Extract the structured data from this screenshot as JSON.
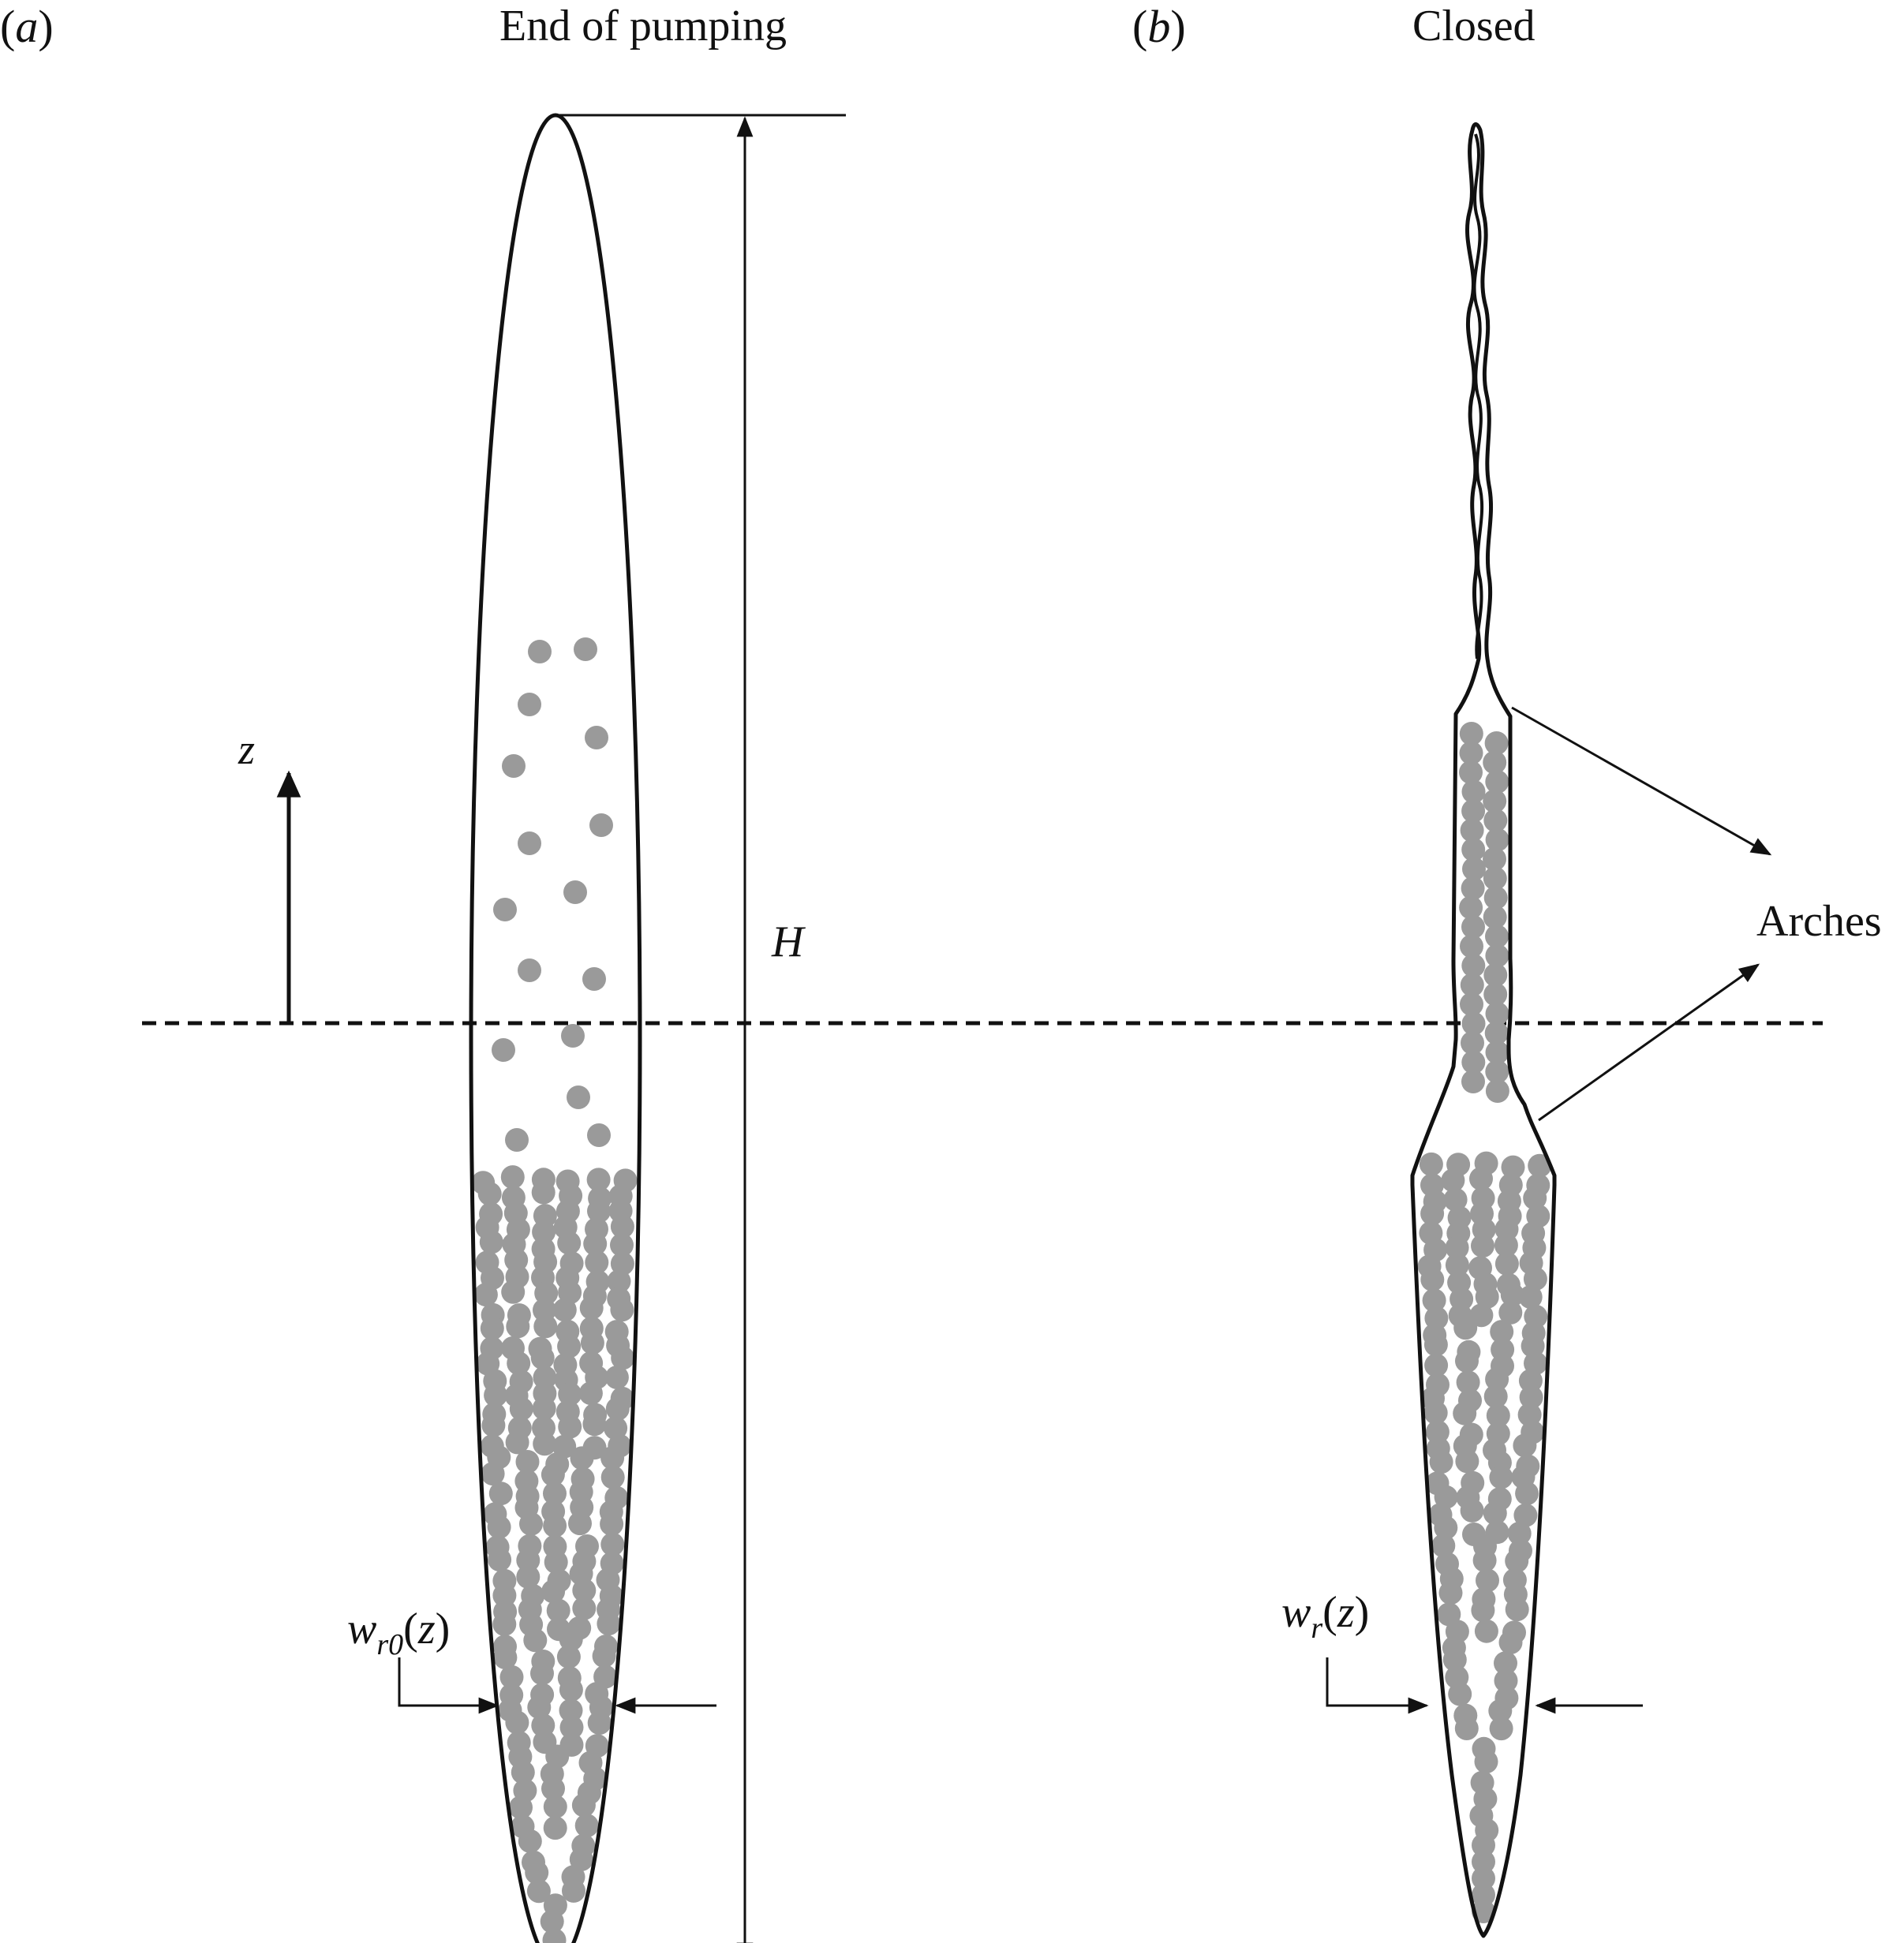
{
  "panel_a": {
    "letter": "a",
    "title": "End of pumping",
    "height_label": "H",
    "axis_label": "z",
    "width_label": {
      "base": "w",
      "sub": "r0",
      "arg": "z"
    }
  },
  "panel_b": {
    "letter": "b",
    "title": "Closed",
    "arches_label": "Arches",
    "width_label": {
      "base": "w",
      "sub": "r",
      "arg": "z"
    }
  },
  "colors": {
    "outline": "#111111",
    "particle": "#9a9a9a"
  }
}
